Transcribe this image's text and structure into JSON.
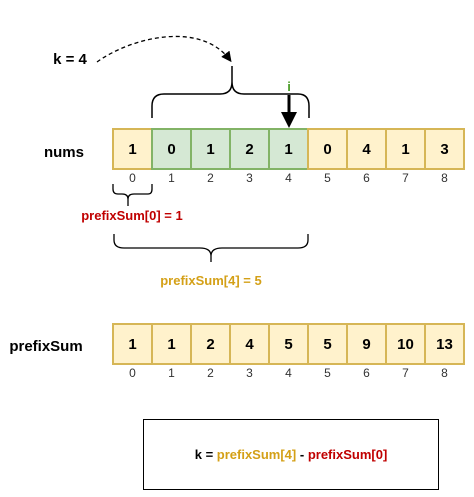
{
  "k_label": "k = 4",
  "i_label": "i",
  "nums": {
    "label": "nums",
    "values": [
      "1",
      "0",
      "1",
      "2",
      "1",
      "0",
      "4",
      "1",
      "3"
    ],
    "indices": [
      "0",
      "1",
      "2",
      "3",
      "4",
      "5",
      "6",
      "7",
      "8"
    ],
    "highlighted_range": [
      1,
      4
    ]
  },
  "prefix_zero_label": "prefixSum[0] = 1",
  "prefix_four_label": "prefixSum[4] = 5",
  "prefixSum": {
    "label": "prefixSum",
    "values": [
      "1",
      "1",
      "2",
      "4",
      "5",
      "5",
      "9",
      "10",
      "13"
    ],
    "indices": [
      "0",
      "1",
      "2",
      "3",
      "4",
      "5",
      "6",
      "7",
      "8"
    ]
  },
  "formula": {
    "k": "k",
    "eq": " = ",
    "left": "prefixSum[4]",
    "minus": " - ",
    "right": "prefixSum[0]"
  },
  "colors": {
    "cell_fill": "#fff2cc",
    "cell_border": "#d6b656",
    "highlight_fill": "#d5e8d4",
    "highlight_border": "#82b366",
    "i_color": "#4d9e2a",
    "red": "#c00000",
    "gold": "#d4a017"
  }
}
